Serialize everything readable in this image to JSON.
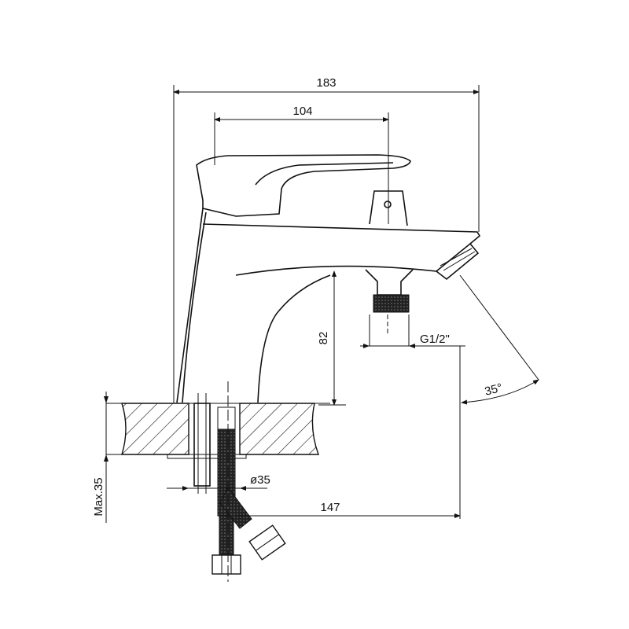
{
  "title": "Basin mixer technical drawing",
  "dimensions": {
    "overall_length": "183",
    "handle_length": "104",
    "spout_height": "82",
    "thread": "G1/2\"",
    "swivel_angle": "35°",
    "max_counter": "Max.35",
    "hole_diameter": "ø35",
    "spout_reach": "147"
  },
  "colors": {
    "line": "#111111",
    "background": "#ffffff"
  }
}
